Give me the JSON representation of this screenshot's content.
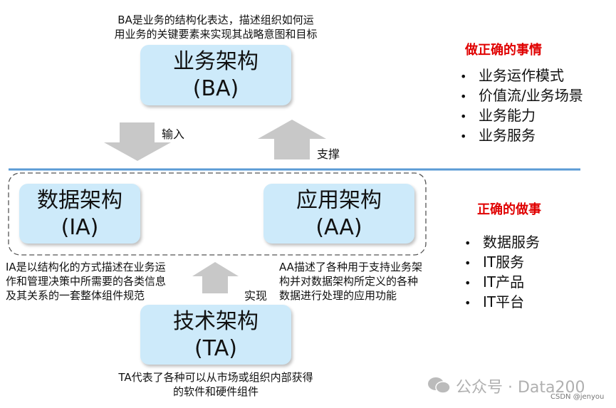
{
  "ba": {
    "caption": [
      "BA是业务的结构化表达，描述组织如何运",
      "用业务的关键要素来实现其战略意图和目标"
    ],
    "title": "业务架构",
    "abbr": "(BA)"
  },
  "ia": {
    "caption": [
      "IA是以结构化的方式描述在业务运",
      "作和管理决策中所需要的各类信息",
      "及其关系的一套整体组件规范"
    ],
    "title": "数据架构",
    "abbr": "(IA)"
  },
  "aa": {
    "caption": [
      "AA描述了各种用于支持业务架",
      "构并对数据架构所定义的各种",
      "数据进行处理的应用功能"
    ],
    "title": "应用架构",
    "abbr": "(AA)"
  },
  "ta": {
    "caption": [
      "TA代表了各种可以从市场或组织内部获得",
      "的软件和硬件组件"
    ],
    "title": "技术架构",
    "abbr": "(TA)"
  },
  "arrows": {
    "input": "输入",
    "support": "支撑",
    "implement": "实现"
  },
  "right": {
    "top_heading": "做正确的事情",
    "top_items": [
      "业务运作模式",
      "价值流/业务场景",
      "业务能力",
      "业务服务"
    ],
    "bottom_heading": "正确的做事",
    "bottom_items": [
      "数据服务",
      "IT服务",
      "IT产品",
      "IT平台"
    ]
  },
  "watermark": {
    "main": "公众号 · Data200",
    "sub": "CSDN @jenyou"
  },
  "colors": {
    "box": "#cdeafa",
    "line": "#5b9bd5",
    "heading": "#e00000",
    "arrow": "#c8c8c8"
  }
}
